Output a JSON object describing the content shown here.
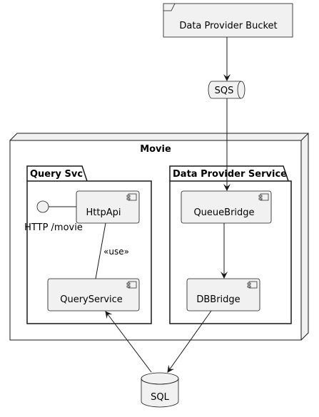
{
  "colors": {
    "fill": "#f1f1f1",
    "stroke": "#181818",
    "background": "#ffffff"
  },
  "nodes": {
    "bucket": "Data Provider Bucket",
    "sqs": "SQS",
    "movie": "Movie",
    "query_svc": "Query Svc",
    "data_provider_service": "Data Provider Service",
    "http_api": "HttpApi",
    "http_interface": "HTTP /movie",
    "query_service": "QueryService",
    "queue_bridge": "QueueBridge",
    "db_bridge": "DBBridge",
    "sql": "SQL"
  },
  "edges": {
    "use_label": "«use»"
  },
  "icons": [
    "component-icon",
    "folder-tab-icon",
    "queue-cylinder-icon",
    "database-icon",
    "interface-circle-icon",
    "arrowhead-icon"
  ]
}
